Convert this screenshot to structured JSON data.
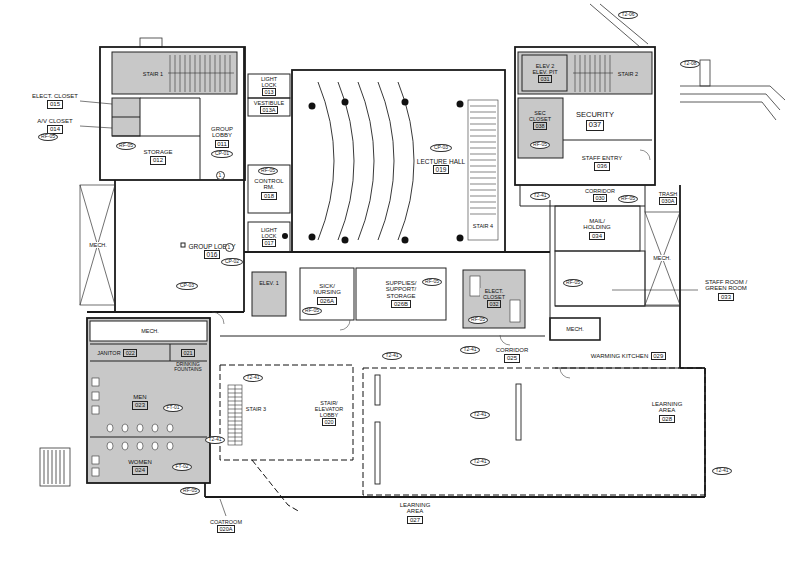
{
  "diagram": {
    "nodes": [
      {
        "text": [
          "ELECT. CLOSET",
          "015"
        ]
      },
      {
        "text": [
          "STAIR 1"
        ]
      },
      {
        "text": [
          "ELEV 2",
          "ELEV. PIT",
          "031"
        ]
      },
      {
        "text": [
          "STAIR 2"
        ]
      },
      {
        "text": [
          "LIGHT LOCK",
          "013"
        ]
      },
      {
        "text": [
          "VESTIBULE",
          "013A"
        ]
      },
      {
        "text": [
          "SEC CLOSET",
          "038"
        ]
      },
      {
        "text": [
          "SECURITY",
          "037"
        ]
      },
      {
        "text": [
          "A/V CLOSET",
          "014"
        ]
      },
      {
        "text": [
          "GROUP LOBBY",
          "011"
        ]
      },
      {
        "text": [
          "STORAGE",
          "012"
        ]
      },
      {
        "text": [
          "STAFF ENTRY",
          "036"
        ]
      },
      {
        "text": [
          "LECTURE HALL",
          "019"
        ]
      },
      {
        "text": [
          "CONTROL RM.",
          "018"
        ]
      },
      {
        "text": [
          "CORRIDOR",
          "030"
        ]
      },
      {
        "text": [
          "TRASH",
          "030A"
        ]
      },
      {
        "text": [
          "STAIR 4"
        ]
      },
      {
        "text": [
          "MAIL/ HOLDING",
          "034"
        ]
      },
      {
        "text": [
          "LIGHT LOCK",
          "017"
        ]
      },
      {
        "text": [
          "MECH."
        ]
      },
      {
        "text": [
          "GROUP LOBBY",
          "016"
        ]
      },
      {
        "text": [
          "MECH."
        ]
      },
      {
        "text": [
          "STAFF ROOM / GREEN ROOM",
          "033"
        ]
      },
      {
        "text": [
          "ELEV. 1"
        ]
      },
      {
        "text": [
          "SICK/ NURSING",
          "026A"
        ]
      },
      {
        "text": [
          "SUPPLIES/ SUPPORT/ STORAGE",
          "026B"
        ]
      },
      {
        "text": [
          "ELECT. CLOSET",
          "032"
        ]
      },
      {
        "text": [
          "MECH."
        ]
      },
      {
        "text": [
          "MECH."
        ]
      },
      {
        "text": [
          "JANITOR",
          "022"
        ]
      },
      {
        "text": [
          "021"
        ]
      },
      {
        "text": [
          "CORRIDOR",
          "025"
        ]
      },
      {
        "text": [
          "WARMING KITCHEN",
          "029"
        ]
      },
      {
        "text": [
          "DRINKING FOUNTAINS"
        ]
      },
      {
        "text": [
          "MEN",
          "023"
        ]
      },
      {
        "text": [
          "STAIR 3"
        ]
      },
      {
        "text": [
          "STAIR/ ELEVATOR LOBBY",
          "020"
        ]
      },
      {
        "text": [
          "LEARNING AREA",
          "028"
        ]
      },
      {
        "text": [
          "WOMEN",
          "024"
        ]
      },
      {
        "text": [
          "LEARNING AREA",
          "027"
        ]
      },
      {
        "text": [
          "COATROOM",
          "020A"
        ]
      }
    ],
    "labels": [
      "RF-05",
      "RF-05",
      "CP-01",
      "1",
      "RF-05",
      "CP-03",
      "T2-06",
      "T2-08",
      "RF-05",
      "T2-41",
      "RF-05",
      "RF-05",
      "1",
      "CP-03",
      "CP-02",
      "RF-05",
      "RF-05",
      "RF-05",
      "T2-41",
      "T2-41",
      "T2-41",
      "FT-01",
      "FT-02",
      "T2-41",
      "RF-05",
      "T2-41",
      "T2-41",
      "T2-41"
    ]
  }
}
